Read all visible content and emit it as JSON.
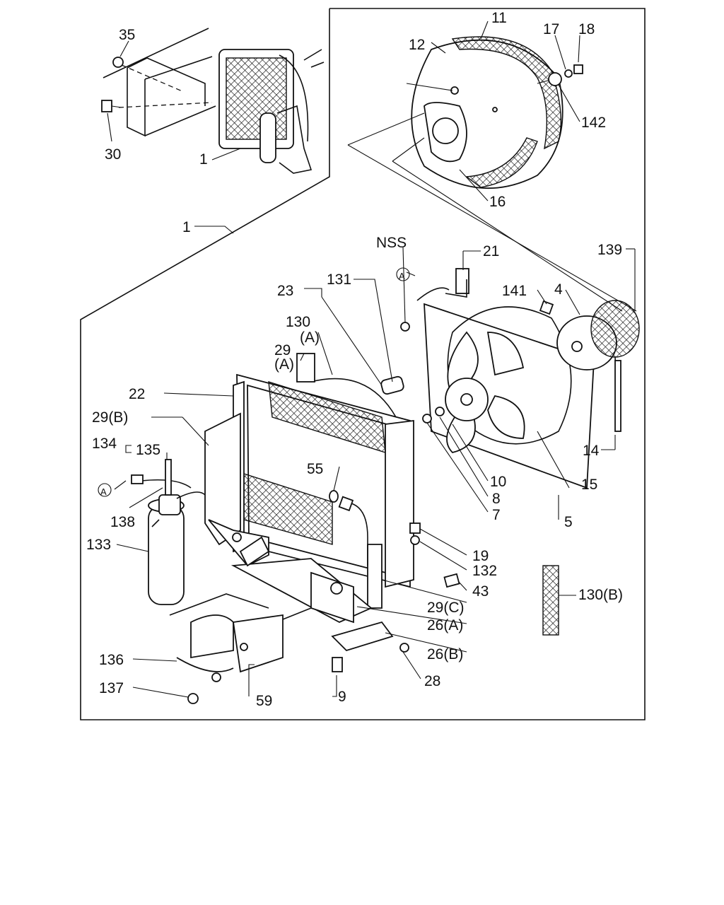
{
  "labels": {
    "p35": "35",
    "p30": "30",
    "p1a": "1",
    "p1b": "1",
    "p12": "12",
    "p11": "11",
    "p17": "17",
    "p18": "18",
    "p142": "142",
    "p16": "16",
    "nss": "NSS",
    "circA1": "A",
    "p21": "21",
    "p139": "139",
    "p131": "131",
    "p23": "23",
    "p141": "141",
    "p4": "4",
    "p130a": "130",
    "p130a_sub": "(A)",
    "p29a": "29",
    "p29a_sub": "(A)",
    "p22": "22",
    "p29b": "29(B)",
    "p134": "134",
    "p135": "135",
    "circA2": "A",
    "p55": "55",
    "p10": "10",
    "p8": "8",
    "p7": "7",
    "p14": "14",
    "p15": "15",
    "p5": "5",
    "p138": "138",
    "p133": "133",
    "p19": "19",
    "p132": "132",
    "p43": "43",
    "p130b": "130(B)",
    "p29c": "29(C)",
    "p26a": "26(A)",
    "p26b": "26(B)",
    "p136": "136",
    "p137": "137",
    "p59": "59",
    "p9": "9",
    "p28": "28"
  }
}
